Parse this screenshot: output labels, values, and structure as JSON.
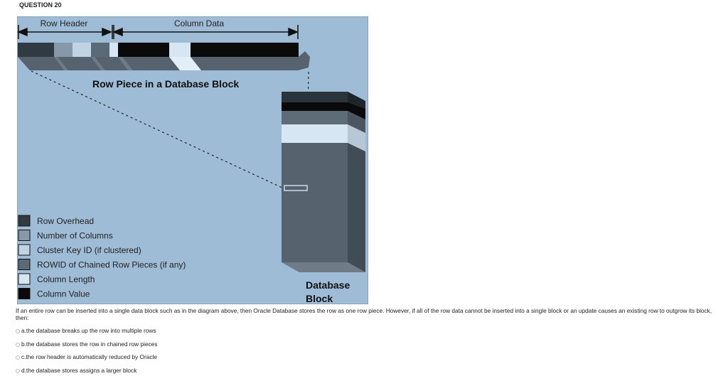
{
  "question": {
    "label": "QUESTION 20",
    "text": "If an entire row can be inserted into a single data block such as in the diagram above, then Oracle Database stores the row as one row piece. However, if all of the row data cannot be inserted into a single block or an update causes an existing row to outgrow its block, then:",
    "options": [
      {
        "letter": "a.",
        "text": "the database breaks up the row into multiple rows"
      },
      {
        "letter": "b.",
        "text": "the database stores the row in chained row pieces"
      },
      {
        "letter": "c.",
        "text": "the row header is automatically reduced by Oracle"
      },
      {
        "letter": "d.",
        "text": "the database stores assigns a larger block"
      }
    ]
  },
  "diagram": {
    "row_header_label": "Row Header",
    "column_data_label": "Column Data",
    "row_piece_title": "Row Piece in a Database Block",
    "block_label_line1": "Database",
    "block_label_line2": "Block",
    "legend": [
      {
        "label": "Row Overhead",
        "color": "#2f3a43"
      },
      {
        "label": "Number of Columns",
        "color": "#8799a8"
      },
      {
        "label": "Cluster Key ID (if clustered)",
        "color": "#bfd3e3"
      },
      {
        "label": "ROWID of Chained Row Pieces (if any)",
        "color": "#5b6a76"
      },
      {
        "label": "Column Length",
        "color": "#d6e6f2"
      },
      {
        "label": "Column Value",
        "color": "#0a0a0a"
      }
    ],
    "colors": {
      "background": "#9fbcd6",
      "block_front": "#56636e",
      "block_side": "#414c55",
      "block_top": "#2b343b"
    }
  }
}
